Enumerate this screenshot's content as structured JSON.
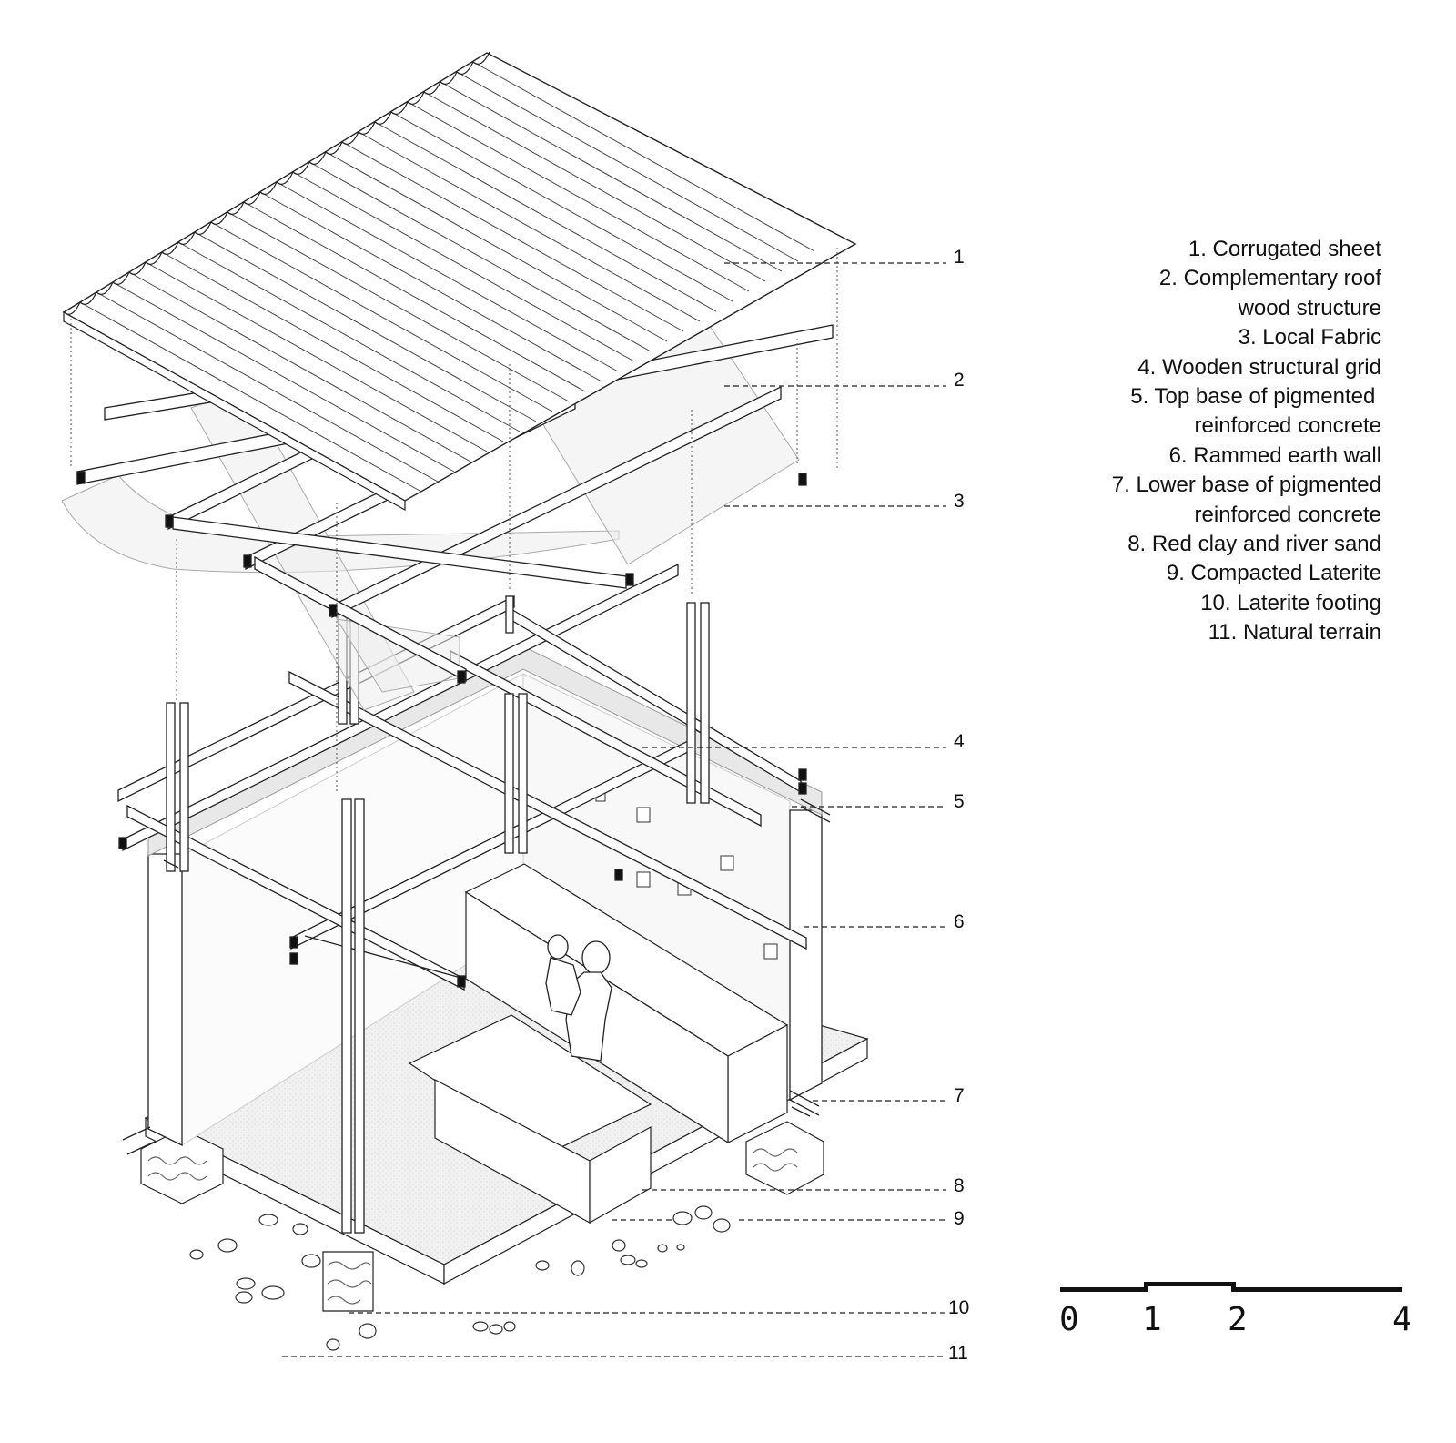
{
  "callouts": [
    "1",
    "2",
    "3",
    "4",
    "5",
    "6",
    "7",
    "8",
    "9",
    "10",
    "11"
  ],
  "legend": [
    "1. Corrugated sheet",
    "2. Complementary roof",
    "wood structure",
    "3. Local Fabric",
    "4. Wooden structural grid",
    "5. Top base of pigmented ",
    "reinforced concrete",
    "6. Rammed earth wall",
    "7. Lower base of pigmented",
    "reinforced concrete",
    "8. Red clay and river sand",
    "9. Compacted Laterite",
    "10. Laterite footing",
    "11. Natural terrain"
  ],
  "scale": {
    "ticks": [
      "0",
      "1",
      "2",
      "4"
    ]
  }
}
